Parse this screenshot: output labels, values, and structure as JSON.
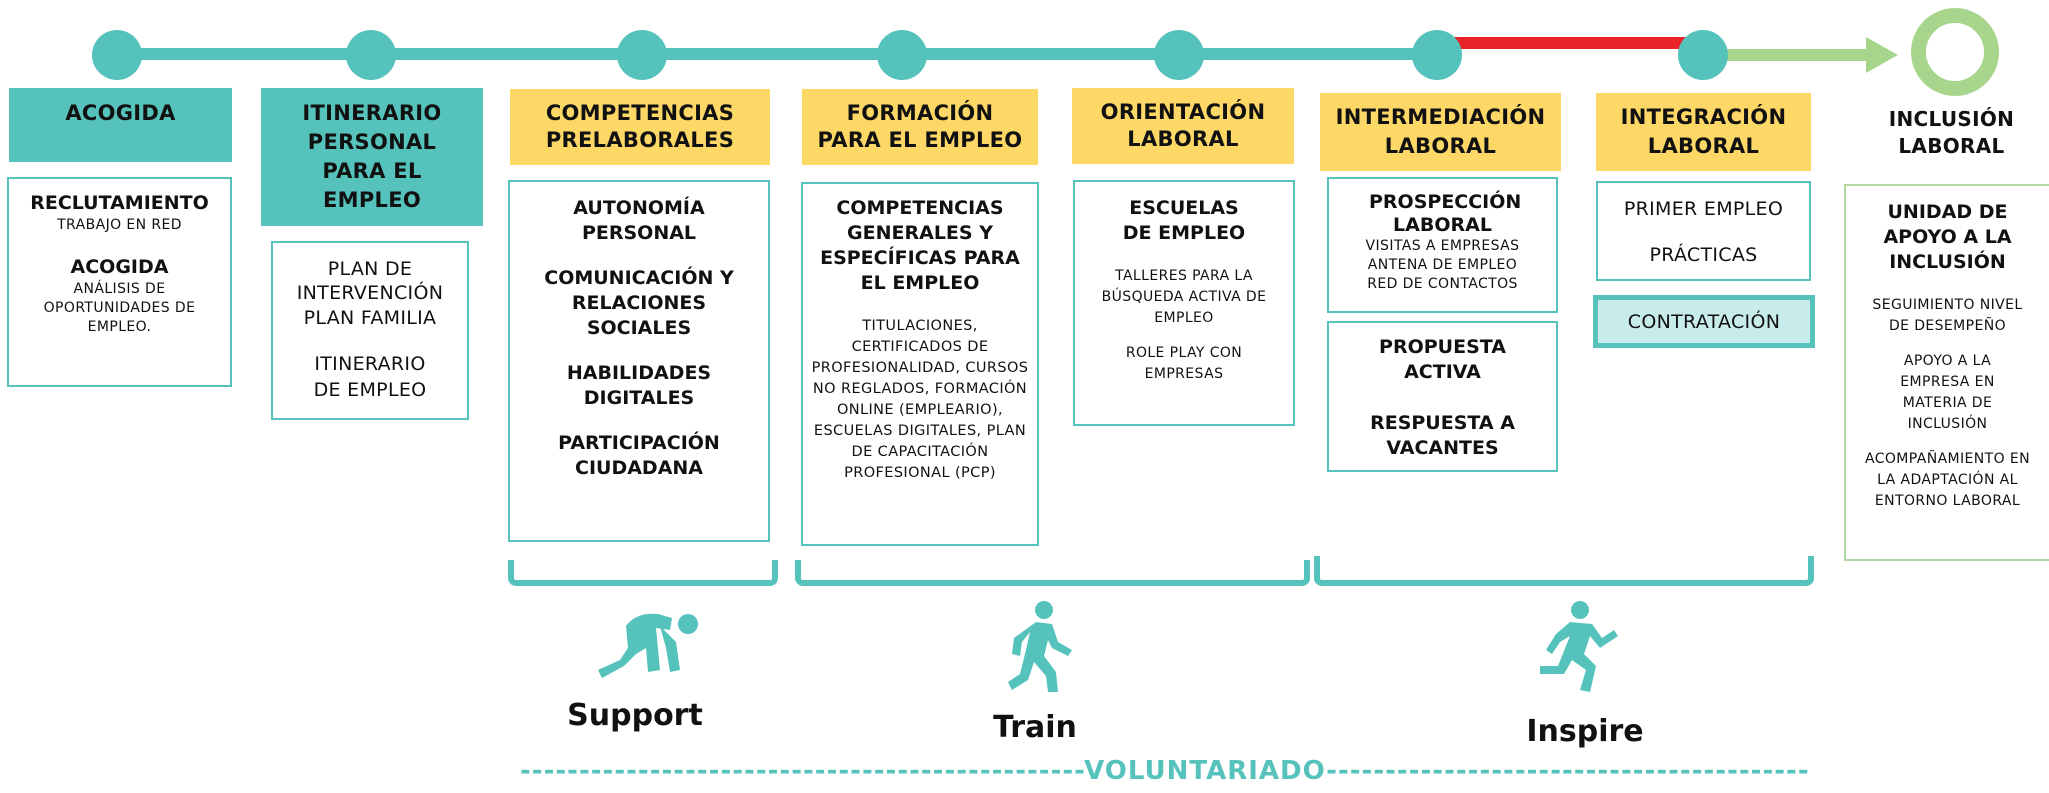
{
  "colors": {
    "teal": "#55c2bb",
    "yellow": "#fdd867",
    "red": "#e8232a",
    "green": "#a8d58c"
  },
  "stages": [
    {
      "title": "ACOGIDA"
    },
    {
      "title": "ITINERARIO PERSONAL PARA EL EMPLEO"
    },
    {
      "title": "COMPETENCIAS PRELABORALES"
    },
    {
      "title": "FORMACIÓN PARA EL EMPLEO"
    },
    {
      "title": "ORIENTACIÓN LABORAL"
    },
    {
      "title": "INTERMEDIACIÓN LABORAL"
    },
    {
      "title": "INTEGRACIÓN LABORAL"
    },
    {
      "title": "INCLUSIÓN LABORAL"
    }
  ],
  "acogida": {
    "reclutamiento": "RECLUTAMIENTO",
    "trabajo_en_red": "TRABAJO EN RED",
    "acogida": "ACOGIDA",
    "analisis": "ANÁLISIS DE OPORTUNIDADES DE EMPLEO."
  },
  "itinerario": {
    "plan_intervencion": "PLAN DE INTERVENCIÓN",
    "plan_familia": "PLAN FAMILIA",
    "itinerario_empleo": "ITINERARIO DE EMPLEO"
  },
  "competencias": [
    "AUTONOMÍA PERSONAL",
    "COMUNICACIÓN Y RELACIONES SOCIALES",
    "HABILIDADES DIGITALES",
    "PARTICIPACIÓN CIUDADANA"
  ],
  "formacion": {
    "title": "COMPETENCIAS GENERALES Y ESPECÍFICAS PARA EL EMPLEO",
    "detail": "TITULACIONES, CERTIFICADOS DE PROFESIONALIDAD, CURSOS NO REGLADOS, FORMACIÓN ONLINE (EMPLEARIO), ESCUELAS DIGITALES, PLAN DE CAPACITACIÓN PROFESIONAL (PCP)"
  },
  "orientacion": {
    "title": "ESCUELAS DE EMPLEO",
    "talleres": "TALLERES PARA LA BÚSQUEDA ACTIVA DE EMPLEO",
    "role_play": "ROLE PLAY CON EMPRESAS"
  },
  "intermediacion": {
    "prospeccion": "PROSPECCIÓN LABORAL",
    "visitas": "VISITAS A EMPRESAS",
    "antena": "ANTENA DE EMPLEO",
    "red": "RED DE CONTACTOS",
    "propuesta": "PROPUESTA ACTIVA",
    "respuesta": "RESPUESTA A VACANTES"
  },
  "integracion": {
    "primer_empleo": "PRIMER EMPLEO",
    "practicas": "PRÁCTICAS",
    "contratacion": "CONTRATACIÓN"
  },
  "inclusion": {
    "unidad": "UNIDAD DE APOYO A LA INCLUSIÓN",
    "seguimiento": "SEGUIMIENTO NIVEL DE DESEMPEÑO",
    "apoyo": "APOYO A LA EMPRESA EN MATERIA DE INCLUSIÓN",
    "acompanamiento": "ACOMPAÑAMIENTO EN LA ADAPTACIÓN AL ENTORNO LABORAL"
  },
  "phases": {
    "support": "Support",
    "train": "Train",
    "inspire": "Inspire",
    "voluntariado": "------------------------------------------------VOLUNTARIADO------------------------------------------------",
    "support_icon": "crouching-runner-icon",
    "train_icon": "walking-person-icon",
    "inspire_icon": "running-person-icon"
  }
}
